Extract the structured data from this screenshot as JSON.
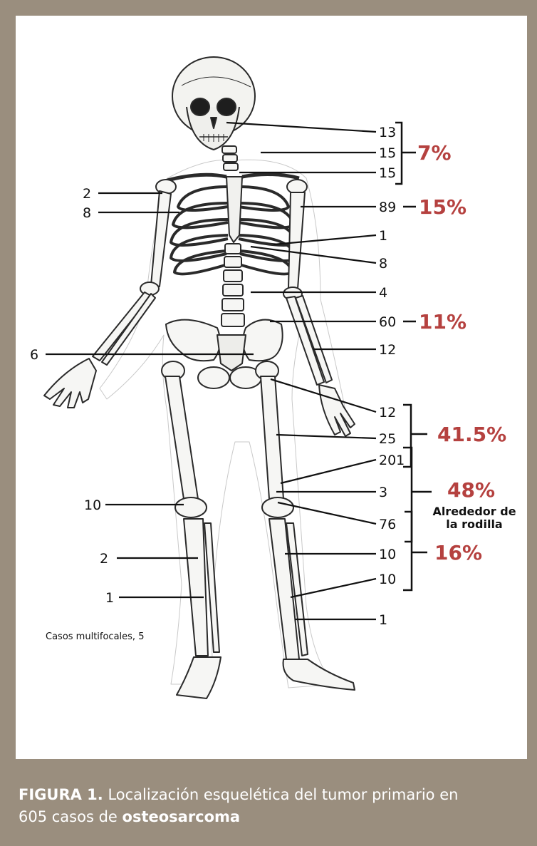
{
  "figure": {
    "counts": {
      "skull": "13",
      "neck_soft": "15",
      "clavicle": "15",
      "scapula_r": "2",
      "rib_r": "8",
      "humerus": "89",
      "sternum": "1",
      "ribs": "8",
      "spine": "4",
      "pelvis": "60",
      "forearm": "12",
      "sacrum": "6",
      "femur_prox": "12",
      "femur_shaft": "25",
      "femur_dist": "201",
      "knee_soft": "3",
      "tibia_prox": "76",
      "fibula_r": "10",
      "tibia_mid_r": "2",
      "foot_r": "1",
      "tibia_shaft": "10",
      "tibia_dist": "10",
      "foot_l": "1"
    },
    "percentages": {
      "head_neck": "7%",
      "humerus": "15%",
      "pelvis": "11%",
      "femur": "41.5%",
      "knee": "48%",
      "tibia": "16%"
    },
    "knee_label_1": "Alrededor de",
    "knee_label_2": "la rodilla",
    "multifocal_note": "Casos multifocales, 5"
  },
  "caption": {
    "label": "FIGURA 1.",
    "text_1": " Localización esquelética del tumor primario en",
    "text_2": "605 casos de ",
    "bold_term": "osteosarcoma"
  }
}
